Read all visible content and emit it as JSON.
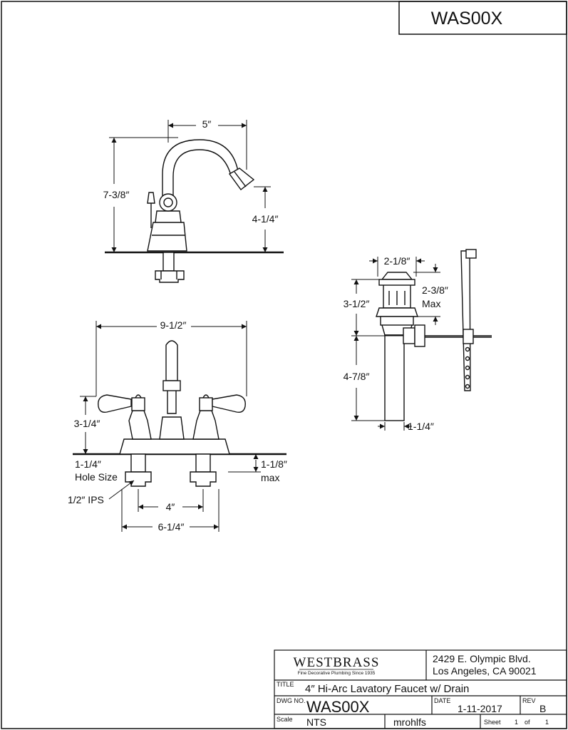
{
  "part_number_box": "WAS00X",
  "dimensions": {
    "spout_reach": "5″",
    "overall_height": "7-3/8″",
    "spout_height": "4-1/4″",
    "overall_width": "9-1/2″",
    "handle_height": "3-1/4″",
    "hole_size_value": "1-1/4″",
    "hole_size_label": "Hole Size",
    "deck_thickness_value": "1-1/8″",
    "deck_thickness_label": "max",
    "ips_label": "1/2″ IPS",
    "center_spacing": "4″",
    "outer_spacing": "6-1/4″",
    "drain_flange": "2-1/8″",
    "drain_flange_height_value": "2-3/8″",
    "drain_flange_height_label": "Max",
    "drain_upper": "3-1/2″",
    "drain_lower": "4-7/8″",
    "drain_tailpiece": "1-1/4″"
  },
  "title_block": {
    "brand": "WESTBRASS",
    "brand_tagline": "Fine Decorative Plumbing Since 1935",
    "address_line1": "2429 E. Olympic Blvd.",
    "address_line2": "Los Angeles, CA 90021",
    "title_label": "TITLE",
    "title_value": "4″ Hi-Arc Lavatory Faucet w/ Drain",
    "dwg_label": "DWG NO.",
    "dwg_value": "WAS00X",
    "date_label": "DATE",
    "date_value": "1-11-2017",
    "rev_label": "REV",
    "rev_value": "B",
    "scale_label": "Scale",
    "scale_value": "NTS",
    "drawn_by": "mrohlfs",
    "sheet_label": "Sheet",
    "sheet_value": "1",
    "of_label": "of",
    "of_value": "1"
  }
}
